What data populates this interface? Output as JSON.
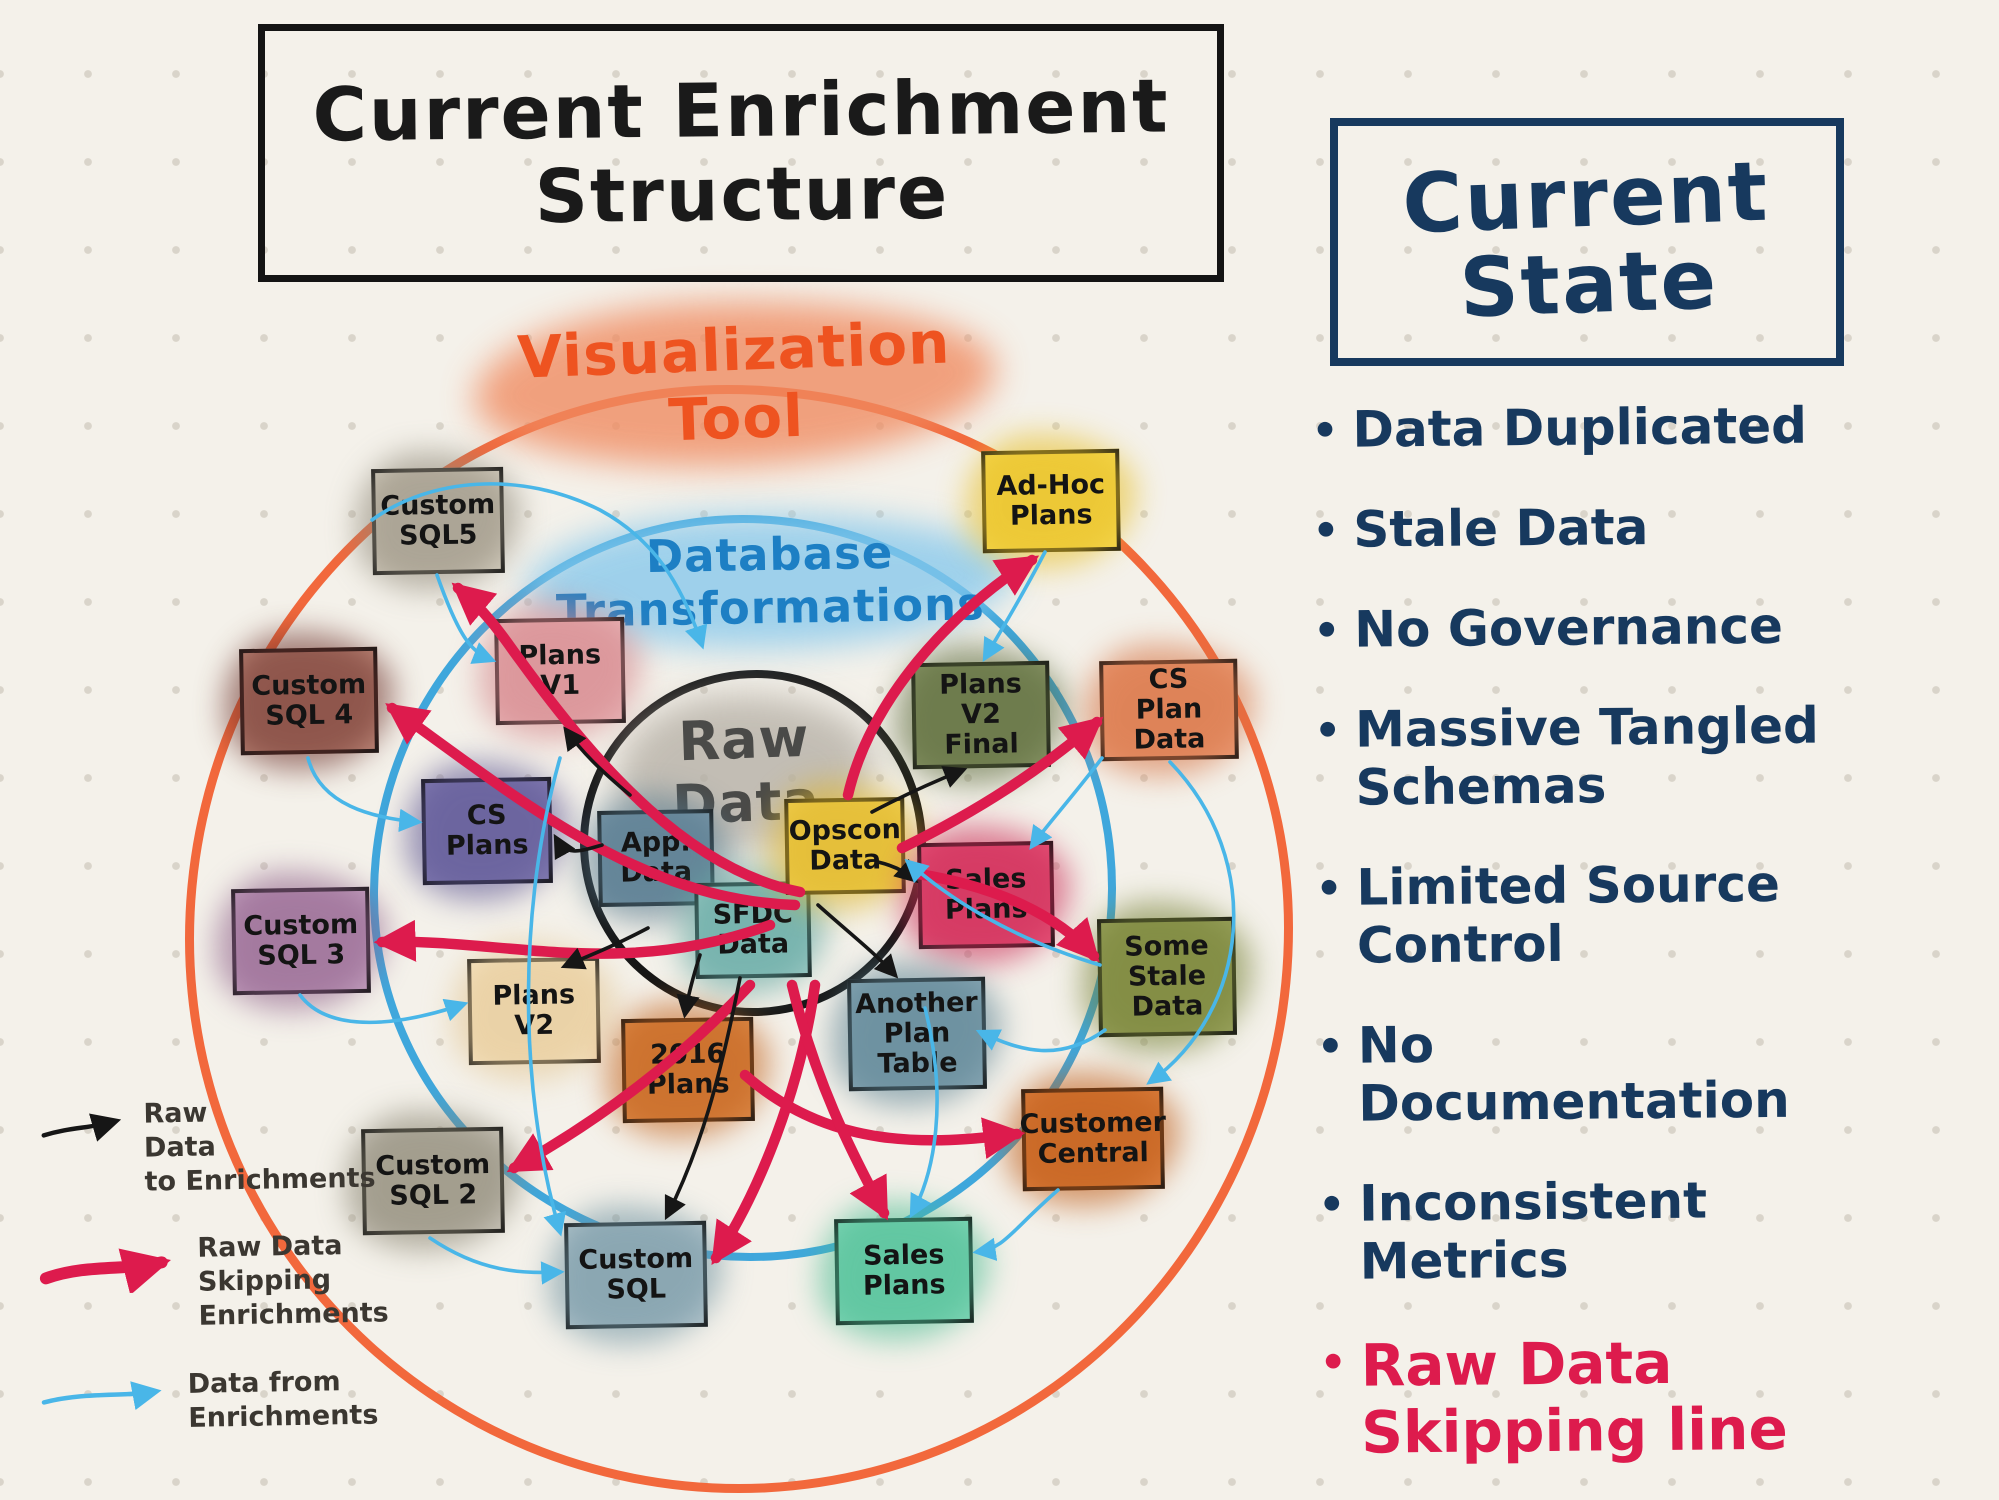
{
  "colors": {
    "paper": "#f4f1ea",
    "ink": "#1a1a1a",
    "navy": "#17395e",
    "accentRed": "#dd1b4d",
    "ringOrange": "#f2683c",
    "ringBlue": "#3fa7dc",
    "arrowBlue": "#49b6e8",
    "labelOrange": "#ee5320",
    "labelBlue": "#1d7fc4",
    "rawGray": "#4a4a48"
  },
  "title": "Current Enrichment\nStructure",
  "diagram": {
    "ring_labels": {
      "outer": "Visualization\nTool",
      "middle": "Database\nTransformations",
      "inner": "Raw\nData"
    },
    "nodes": [
      {
        "label": "Custom\nSQL5"
      },
      {
        "label": "Custom\nSQL 4"
      },
      {
        "label": "Custom\nSQL 3"
      },
      {
        "label": "Custom\nSQL 2"
      },
      {
        "label": "Custom\nSQL"
      },
      {
        "label": "Plans\nV1"
      },
      {
        "label": "CS\nPlans"
      },
      {
        "label": "Plans\nV2"
      },
      {
        "label": "2016\nPlans"
      },
      {
        "label": "App.\nData"
      },
      {
        "label": "SFDC\nData"
      },
      {
        "label": "Opscon\nData"
      },
      {
        "label": "Plans\nV2 Final"
      },
      {
        "label": "Sales\nPlans"
      },
      {
        "label": "Ad-Hoc\nPlans"
      },
      {
        "label": "CS\nPlan Data"
      },
      {
        "label": "Some\nStale\nData"
      },
      {
        "label": "Another\nPlan\nTable"
      },
      {
        "label": "Customer\nCentral"
      },
      {
        "label": "Sales\nPlans"
      }
    ]
  },
  "legend": {
    "items": [
      {
        "label": "Raw\nData\nto Enrichments"
      },
      {
        "label": "Raw Data\nSkipping\nEnrichments"
      },
      {
        "label": "Data from\nEnrichments"
      }
    ]
  },
  "panel": {
    "title": "Current\nState",
    "bullets": [
      {
        "text": "Data Duplicated"
      },
      {
        "text": "Stale Data"
      },
      {
        "text": "No Governance"
      },
      {
        "text": "Massive Tangled Schemas"
      },
      {
        "text": "Limited Source\nControl"
      },
      {
        "text": "No\nDocumentation"
      },
      {
        "text": "Inconsistent\nMetrics"
      },
      {
        "text": "Raw Data\nSkipping line"
      }
    ]
  }
}
